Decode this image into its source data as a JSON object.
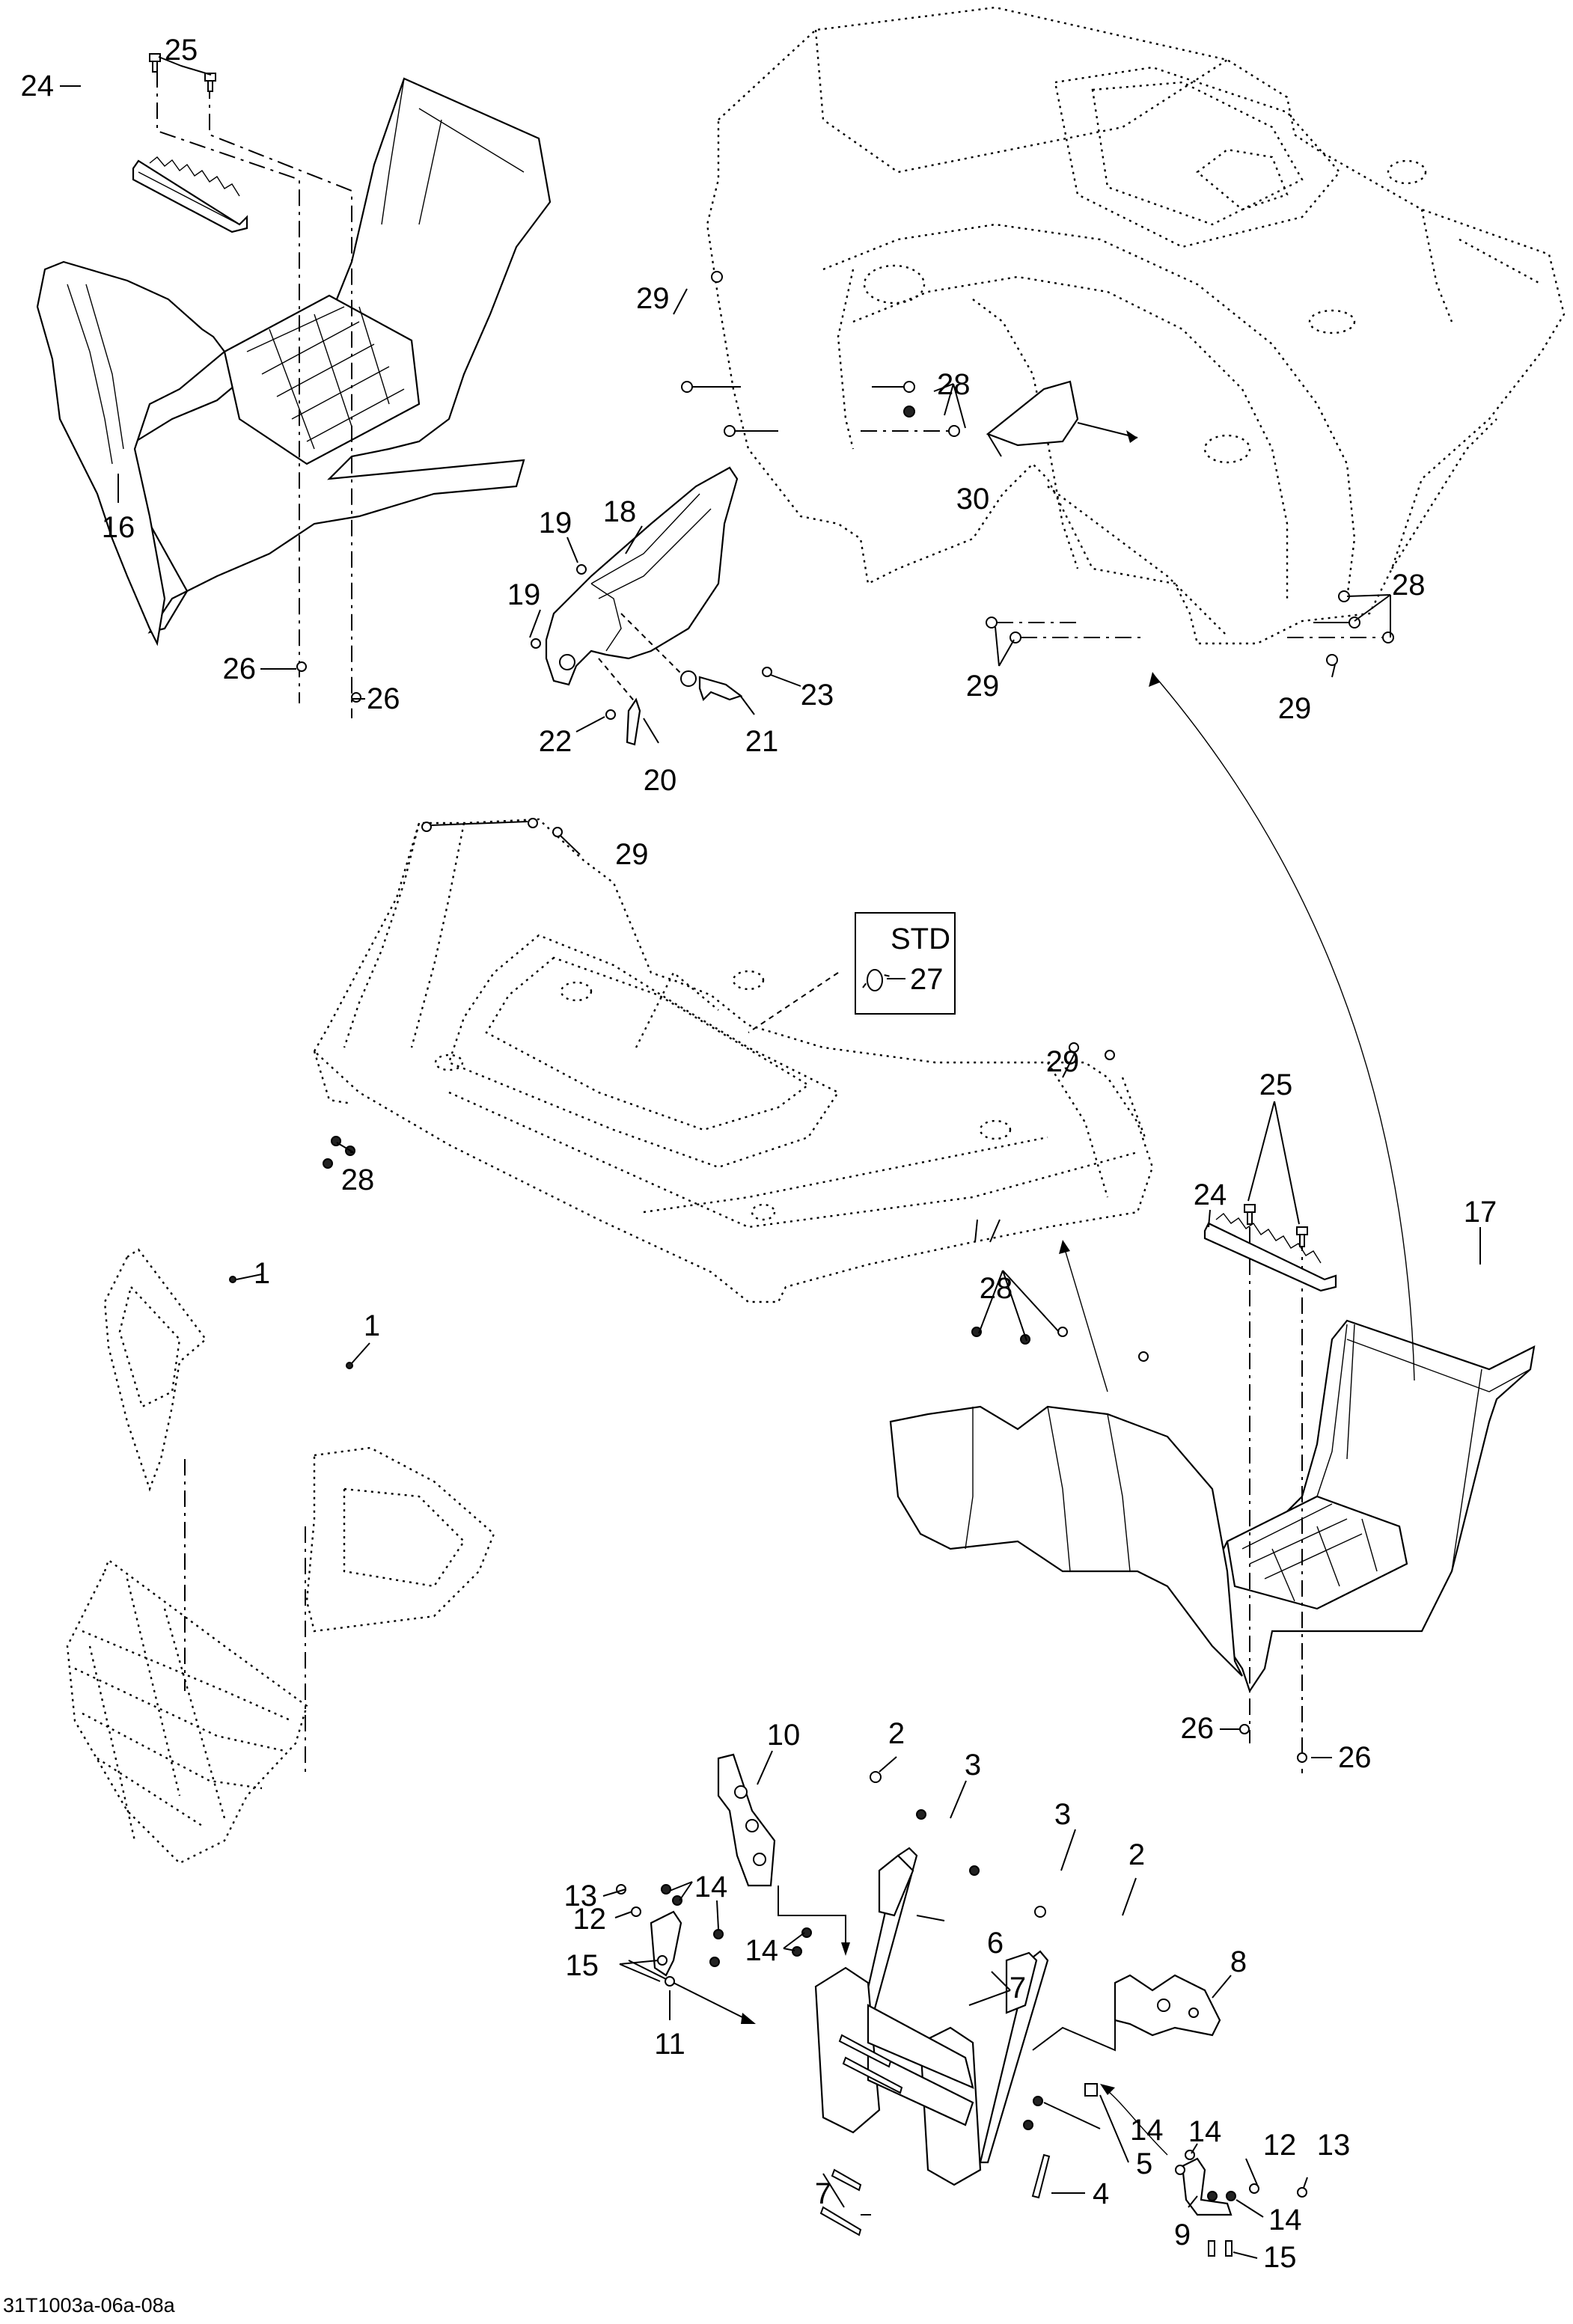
{
  "diagram": {
    "title": "Exploded parts diagram - body panels, fenders, footrests and front bumper supports",
    "drawing_code": "31T1003a-06a-08a",
    "std_box": {
      "title": "STD",
      "item": "27"
    },
    "callouts": [
      {
        "id": "c24a",
        "text": "24"
      },
      {
        "id": "c25a",
        "text": "25"
      },
      {
        "id": "c16",
        "text": "16"
      },
      {
        "id": "c26a",
        "text": "26"
      },
      {
        "id": "c26b",
        "text": "26"
      },
      {
        "id": "c19a",
        "text": "19"
      },
      {
        "id": "c19b",
        "text": "19"
      },
      {
        "id": "c18",
        "text": "18"
      },
      {
        "id": "c22",
        "text": "22"
      },
      {
        "id": "c20",
        "text": "20"
      },
      {
        "id": "c21",
        "text": "21"
      },
      {
        "id": "c23",
        "text": "23"
      },
      {
        "id": "c29a",
        "text": "29"
      },
      {
        "id": "c28a",
        "text": "28"
      },
      {
        "id": "c30",
        "text": "30"
      },
      {
        "id": "c29b",
        "text": "29"
      },
      {
        "id": "c28b",
        "text": "28"
      },
      {
        "id": "c29c",
        "text": "29"
      },
      {
        "id": "c29d",
        "text": "29"
      },
      {
        "id": "c28c",
        "text": "28"
      },
      {
        "id": "c29e",
        "text": "29"
      },
      {
        "id": "c28d",
        "text": "28"
      },
      {
        "id": "c24b",
        "text": "24"
      },
      {
        "id": "c25b",
        "text": "25"
      },
      {
        "id": "c17",
        "text": "17"
      },
      {
        "id": "c1a",
        "text": "1"
      },
      {
        "id": "c1b",
        "text": "1"
      },
      {
        "id": "c26c",
        "text": "26"
      },
      {
        "id": "c26d",
        "text": "26"
      },
      {
        "id": "c10",
        "text": "10"
      },
      {
        "id": "c2a",
        "text": "2"
      },
      {
        "id": "c3a",
        "text": "3"
      },
      {
        "id": "c3b",
        "text": "3"
      },
      {
        "id": "c2b",
        "text": "2"
      },
      {
        "id": "c13a",
        "text": "13"
      },
      {
        "id": "c14a",
        "text": "14"
      },
      {
        "id": "c12a",
        "text": "12"
      },
      {
        "id": "c14b",
        "text": "14"
      },
      {
        "id": "c15a",
        "text": "15"
      },
      {
        "id": "c11",
        "text": "11"
      },
      {
        "id": "c6",
        "text": "6"
      },
      {
        "id": "c7a",
        "text": "7"
      },
      {
        "id": "c8",
        "text": "8"
      },
      {
        "id": "c14c",
        "text": "14"
      },
      {
        "id": "c5",
        "text": "5"
      },
      {
        "id": "c14d",
        "text": "14"
      },
      {
        "id": "c12b",
        "text": "12"
      },
      {
        "id": "c13b",
        "text": "13"
      },
      {
        "id": "c7b",
        "text": "7"
      },
      {
        "id": "c4",
        "text": "4"
      },
      {
        "id": "c14e",
        "text": "14"
      },
      {
        "id": "c9",
        "text": "9"
      },
      {
        "id": "c15b",
        "text": "15"
      }
    ]
  }
}
